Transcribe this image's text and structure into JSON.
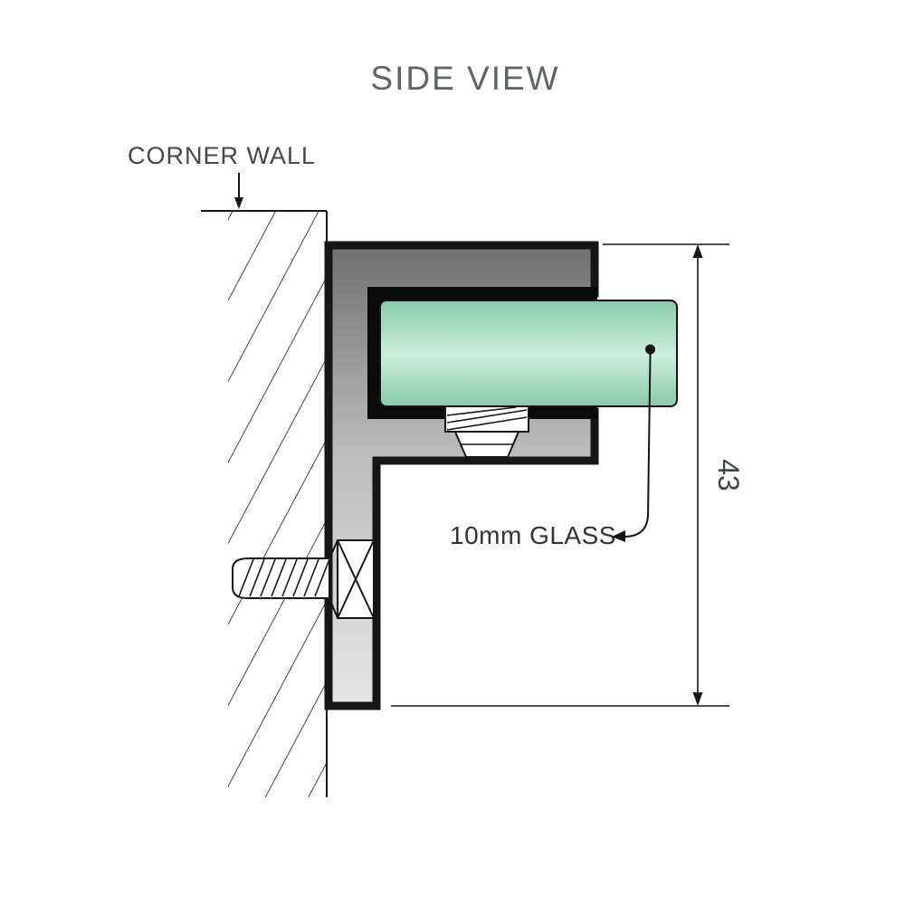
{
  "title": "SIDE VIEW",
  "diagram": {
    "wall_label": "CORNER WALL",
    "glass_label": "10mm GLASS",
    "dimension_value": "43"
  },
  "colors": {
    "background": "#ffffff",
    "line": "#161616",
    "title_text": "#5f6565",
    "wall_label_text": "#434848",
    "glass_label_text": "#2f3434",
    "dimension_text": "#3f4545",
    "metal_dark": "#6f6f6f",
    "metal_mid": "#bcbcbc",
    "metal_light": "#e6e6e6",
    "glass_green": "#8acaa9",
    "glass_green_light": "#cdeedd",
    "channel_black": "#0a0a0a",
    "screw_fill": "#ffffff"
  }
}
